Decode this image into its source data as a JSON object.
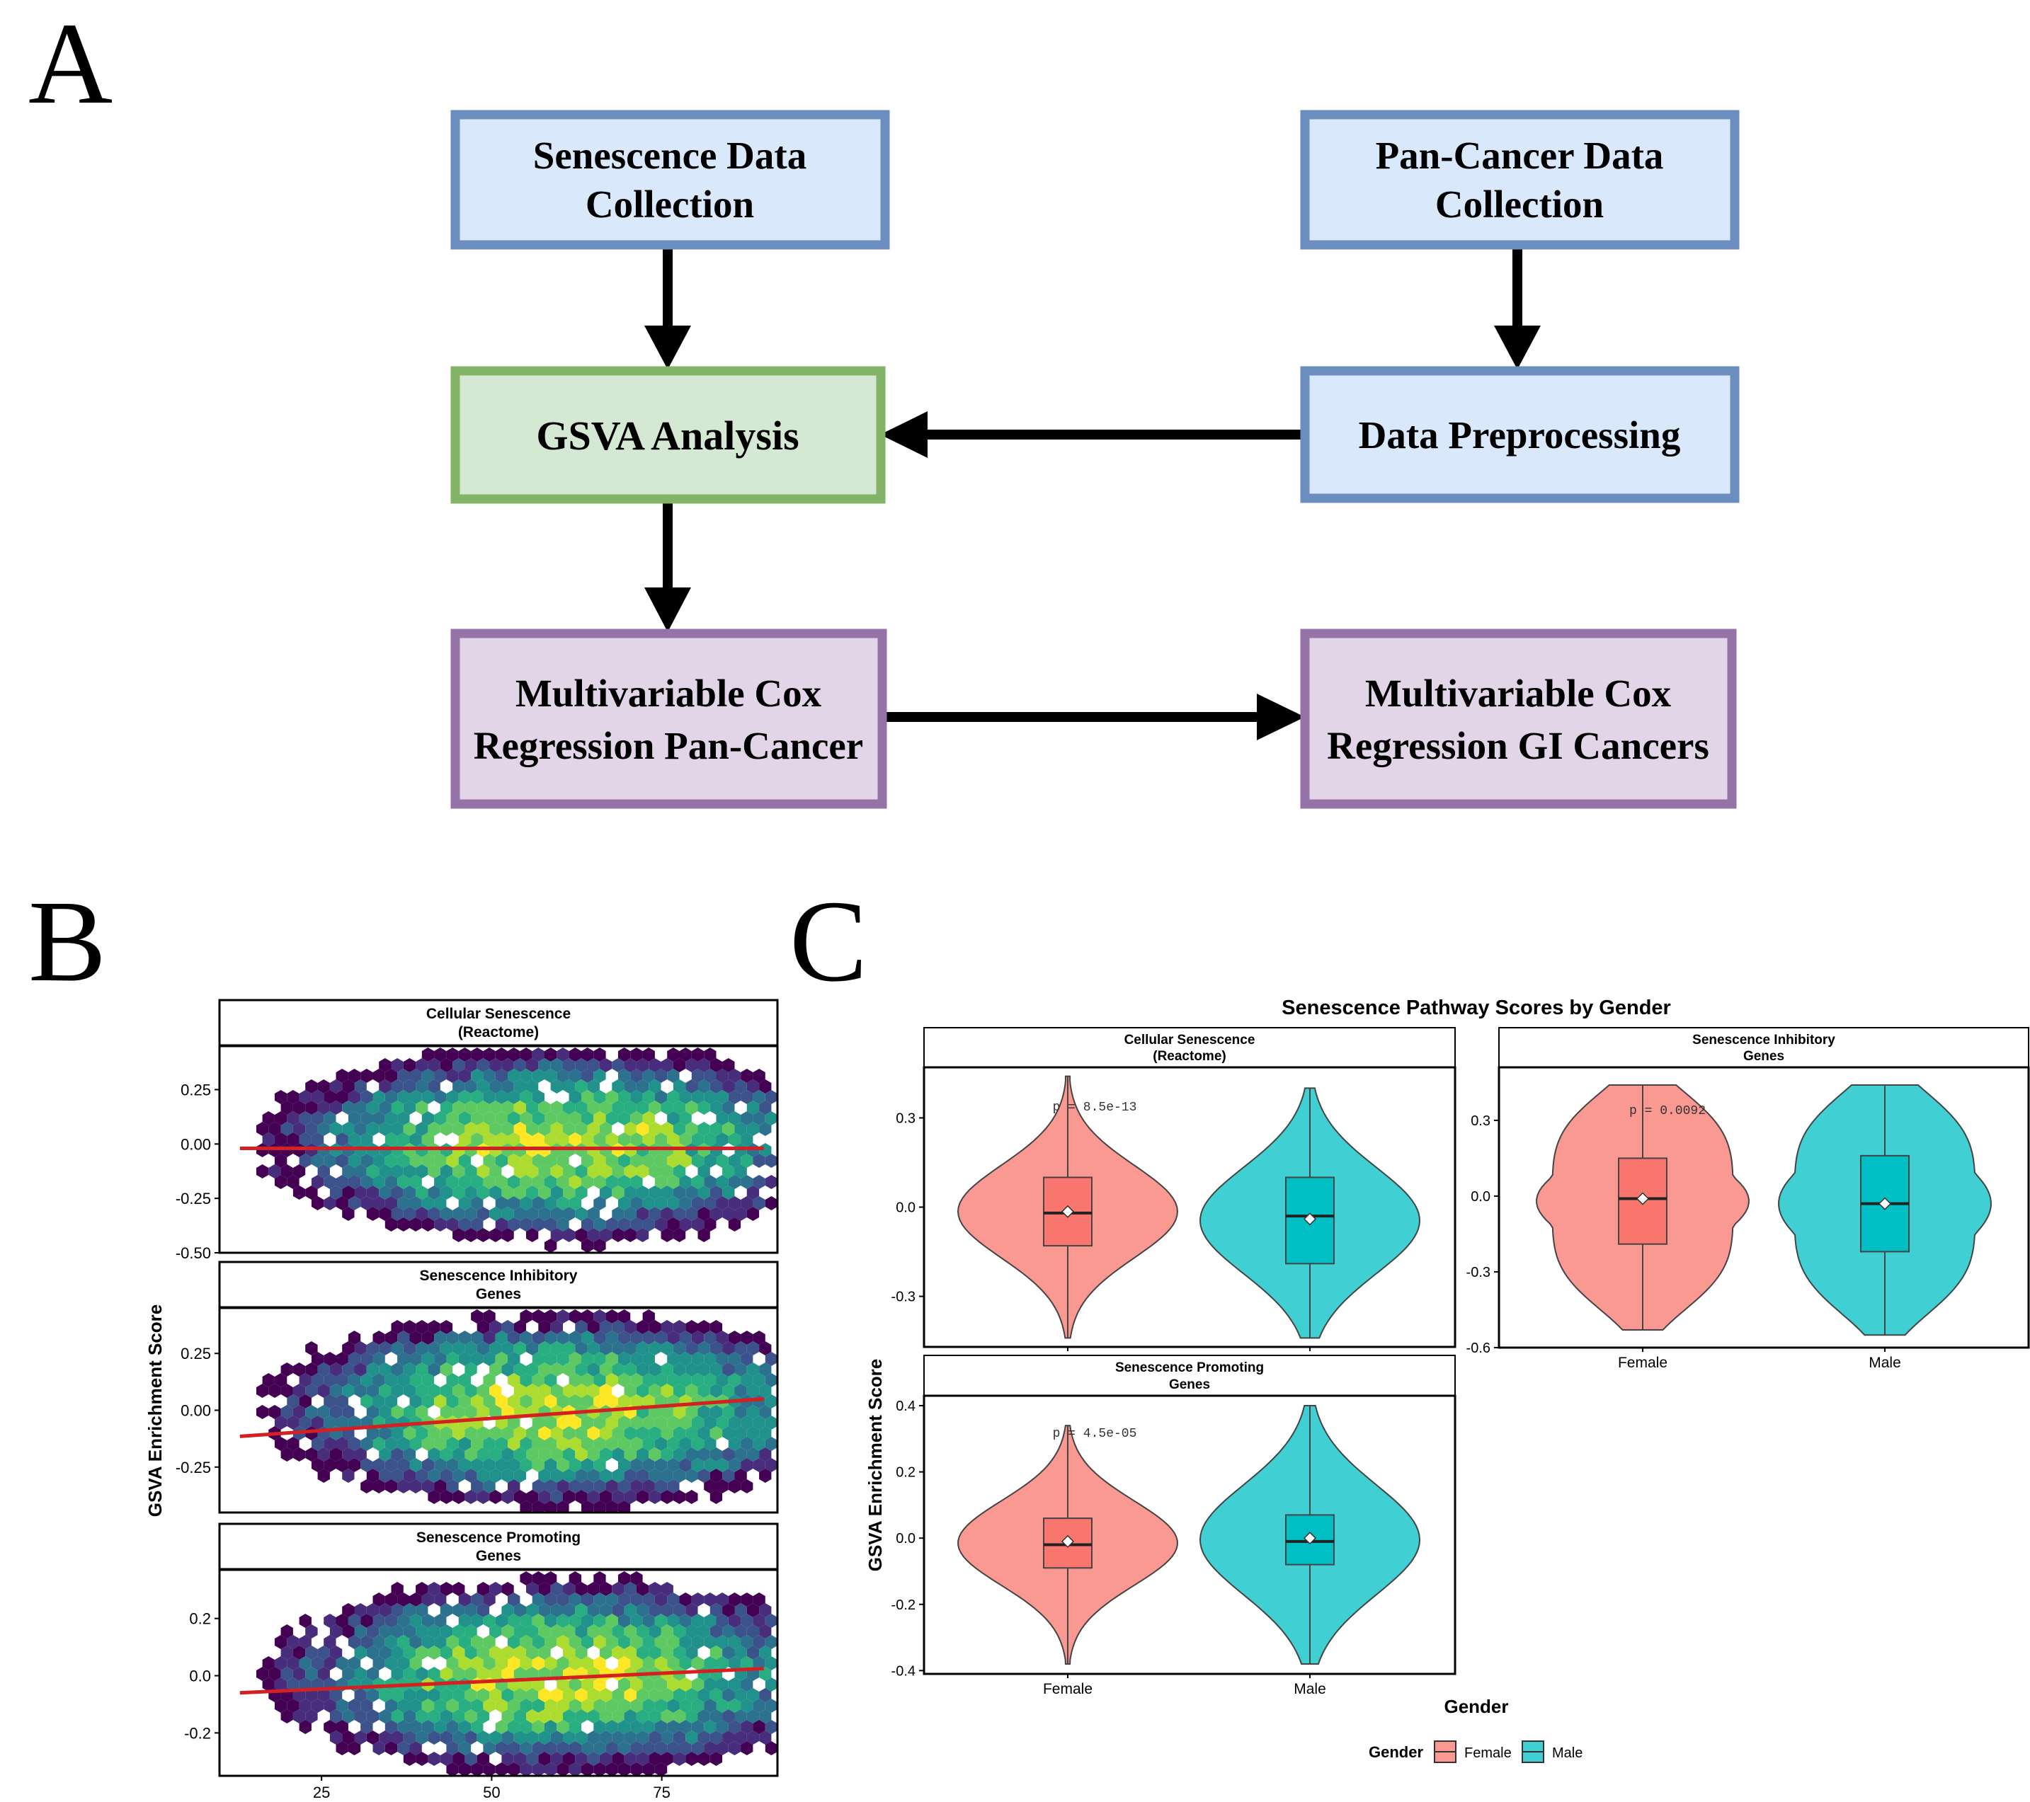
{
  "panel_labels": {
    "a": "A",
    "b": "B",
    "c": "C"
  },
  "colors": {
    "blue_fill": "#dae8fc",
    "blue_border": "#6c8ebf",
    "green_fill": "#d5e8d4",
    "green_border": "#82b366",
    "purple_fill": "#e1d5e7",
    "purple_border": "#9673a6",
    "female": "#f8766d",
    "male": "#00bfc4",
    "trend": "#d42020"
  },
  "flowchart": {
    "nodes": [
      {
        "id": "senescence",
        "lines": [
          "Senescence Data",
          "Collection"
        ],
        "style": "blue"
      },
      {
        "id": "pancancer",
        "lines": [
          "Pan-Cancer Data",
          "Collection"
        ],
        "style": "blue"
      },
      {
        "id": "gsva",
        "lines": [
          "GSVA Analysis"
        ],
        "style": "green"
      },
      {
        "id": "preproc",
        "lines": [
          "Data Preprocessing"
        ],
        "style": "blue"
      },
      {
        "id": "coxpan",
        "lines": [
          "Multivariable Cox",
          "Regression Pan-Cancer"
        ],
        "style": "purple"
      },
      {
        "id": "coxgi",
        "lines": [
          "Multivariable Cox",
          "Regression GI Cancers"
        ],
        "style": "purple"
      }
    ],
    "edges": [
      {
        "from": "senescence",
        "to": "gsva"
      },
      {
        "from": "pancancer",
        "to": "preproc"
      },
      {
        "from": "preproc",
        "to": "gsva"
      },
      {
        "from": "gsva",
        "to": "coxpan"
      },
      {
        "from": "coxpan",
        "to": "coxgi"
      }
    ]
  },
  "chart_data": [
    {
      "type": "heatmap",
      "subtype": "hexbin",
      "ylabel": "GSVA Enrichment Score",
      "x_ticks": [
        25,
        50,
        75
      ],
      "xlim": [
        10,
        92
      ],
      "facets": [
        {
          "title": [
            "Cellular Senescence",
            "(Reactome)"
          ],
          "yticks": [
            0.25,
            0.0,
            -0.25,
            -0.5
          ],
          "tick_labels": [
            "0.25",
            "0.00",
            "-0.25",
            "-0.50"
          ],
          "ylim": [
            -0.5,
            0.45
          ],
          "trend": {
            "x": [
              13,
              90
            ],
            "y": [
              -0.02,
              -0.02
            ]
          }
        },
        {
          "title": [
            "Senescence Inhibitory",
            "Genes"
          ],
          "yticks": [
            0.25,
            0.0,
            -0.25
          ],
          "tick_labels": [
            "0.25",
            "0.00",
            "-0.25"
          ],
          "ylim": [
            -0.45,
            0.45
          ],
          "trend": {
            "x": [
              13,
              90
            ],
            "y": [
              -0.115,
              0.05
            ]
          }
        },
        {
          "title": [
            "Senescence Promoting",
            "Genes"
          ],
          "yticks": [
            0.2,
            0.0,
            -0.2
          ],
          "tick_labels": [
            "0.2",
            "0.0",
            "-0.2"
          ],
          "ylim": [
            -0.35,
            0.37
          ],
          "trend": {
            "x": [
              13,
              90
            ],
            "y": [
              -0.06,
              0.025
            ]
          }
        }
      ]
    },
    {
      "type": "violin",
      "title": "Senescence Pathway Scores by Gender",
      "xlabel": "Gender",
      "ylabel": "GSVA Enrichment Score",
      "categories": [
        "Female",
        "Male"
      ],
      "legend": {
        "title": "Gender",
        "entries": [
          "Female",
          "Male"
        ]
      },
      "facets": [
        {
          "title": [
            "Cellular Senescence",
            "(Reactome)"
          ],
          "pvalue": "p = 8.5e-13",
          "ylim": [
            -0.47,
            0.47
          ],
          "yticks": [
            0.3,
            0.0,
            -0.3
          ],
          "tick_labels": [
            "0.3",
            "0.0",
            "-0.3"
          ],
          "groups": [
            {
              "name": "Female",
              "median": -0.02,
              "q1": -0.13,
              "q3": 0.1,
              "min": -0.44,
              "max": 0.44,
              "mean": -0.015
            },
            {
              "name": "Male",
              "median": -0.03,
              "q1": -0.19,
              "q3": 0.1,
              "min": -0.44,
              "max": 0.4,
              "mean": -0.04
            }
          ]
        },
        {
          "title": [
            "Senescence Inhibitory",
            "Genes"
          ],
          "pvalue": "p = 0.0092",
          "ylim": [
            -0.6,
            0.51
          ],
          "yticks": [
            0.3,
            0.0,
            -0.3,
            -0.6
          ],
          "tick_labels": [
            "0.3",
            "0.0",
            "-0.3",
            "-0.6"
          ],
          "groups": [
            {
              "name": "Female",
              "median": -0.01,
              "q1": -0.19,
              "q3": 0.15,
              "min": -0.53,
              "max": 0.44,
              "mean": -0.01
            },
            {
              "name": "Male",
              "median": -0.03,
              "q1": -0.22,
              "q3": 0.16,
              "min": -0.55,
              "max": 0.44,
              "mean": -0.03
            }
          ]
        },
        {
          "title": [
            "Senescence Promoting",
            "Genes"
          ],
          "pvalue": "p = 4.5e-05",
          "ylim": [
            -0.41,
            0.43
          ],
          "yticks": [
            0.4,
            0.2,
            0.0,
            -0.2,
            -0.4
          ],
          "tick_labels": [
            "0.4",
            "0.2",
            "0.0",
            "-0.2",
            "-0.4"
          ],
          "groups": [
            {
              "name": "Female",
              "median": -0.02,
              "q1": -0.09,
              "q3": 0.06,
              "min": -0.38,
              "max": 0.34,
              "mean": -0.01
            },
            {
              "name": "Male",
              "median": -0.01,
              "q1": -0.08,
              "q3": 0.07,
              "min": -0.38,
              "max": 0.4,
              "mean": 0.0
            }
          ]
        }
      ]
    }
  ]
}
